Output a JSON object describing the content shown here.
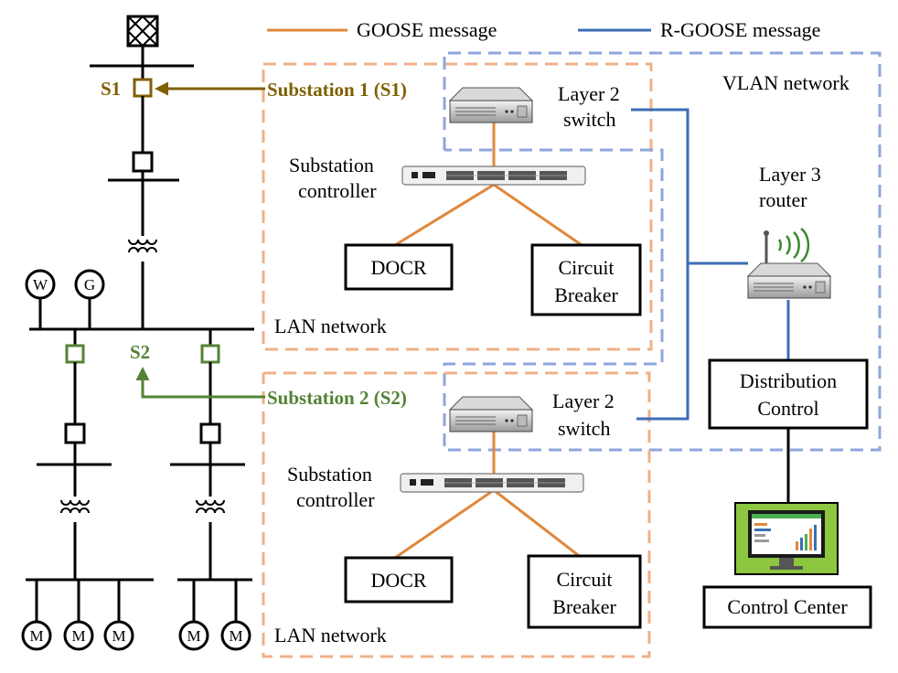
{
  "legend": {
    "goose": "GOOSE message",
    "rgoose": "R-GOOSE message"
  },
  "colors": {
    "goose": "#E0883C",
    "rgoose": "#3C6EB4",
    "s1": "#7F6000",
    "s2": "#548235",
    "lan_boundary": "#F0B088",
    "vlan_boundary": "#8EA6DC"
  },
  "labels": {
    "vlan_network": "VLAN network",
    "substation1": "Substation 1 (S1)",
    "substation2": "Substation 2 (S2)",
    "s1": "S1",
    "s2": "S2",
    "layer2_switch_line1": "Layer 2",
    "layer2_switch_line2": "switch",
    "layer3_router_line1": "Layer 3",
    "layer3_router_line2": "router",
    "substation_controller_line1": "Substation",
    "substation_controller_line2": "controller",
    "docr": "DOCR",
    "circuit_breaker_line1": "Circuit",
    "circuit_breaker_line2": "Breaker",
    "lan_network": "LAN network",
    "distribution_control_line1": "Distribution",
    "distribution_control_line2": "Control",
    "control_center": "Control Center",
    "wind_gen": "W",
    "gen": "G",
    "motor": "M"
  },
  "icons": [
    "grid-source-icon",
    "switch-icon",
    "router-icon",
    "controller-icon",
    "transformer-icon",
    "monitor-icon",
    "motor-icon",
    "wind-generator-icon",
    "generator-icon"
  ]
}
